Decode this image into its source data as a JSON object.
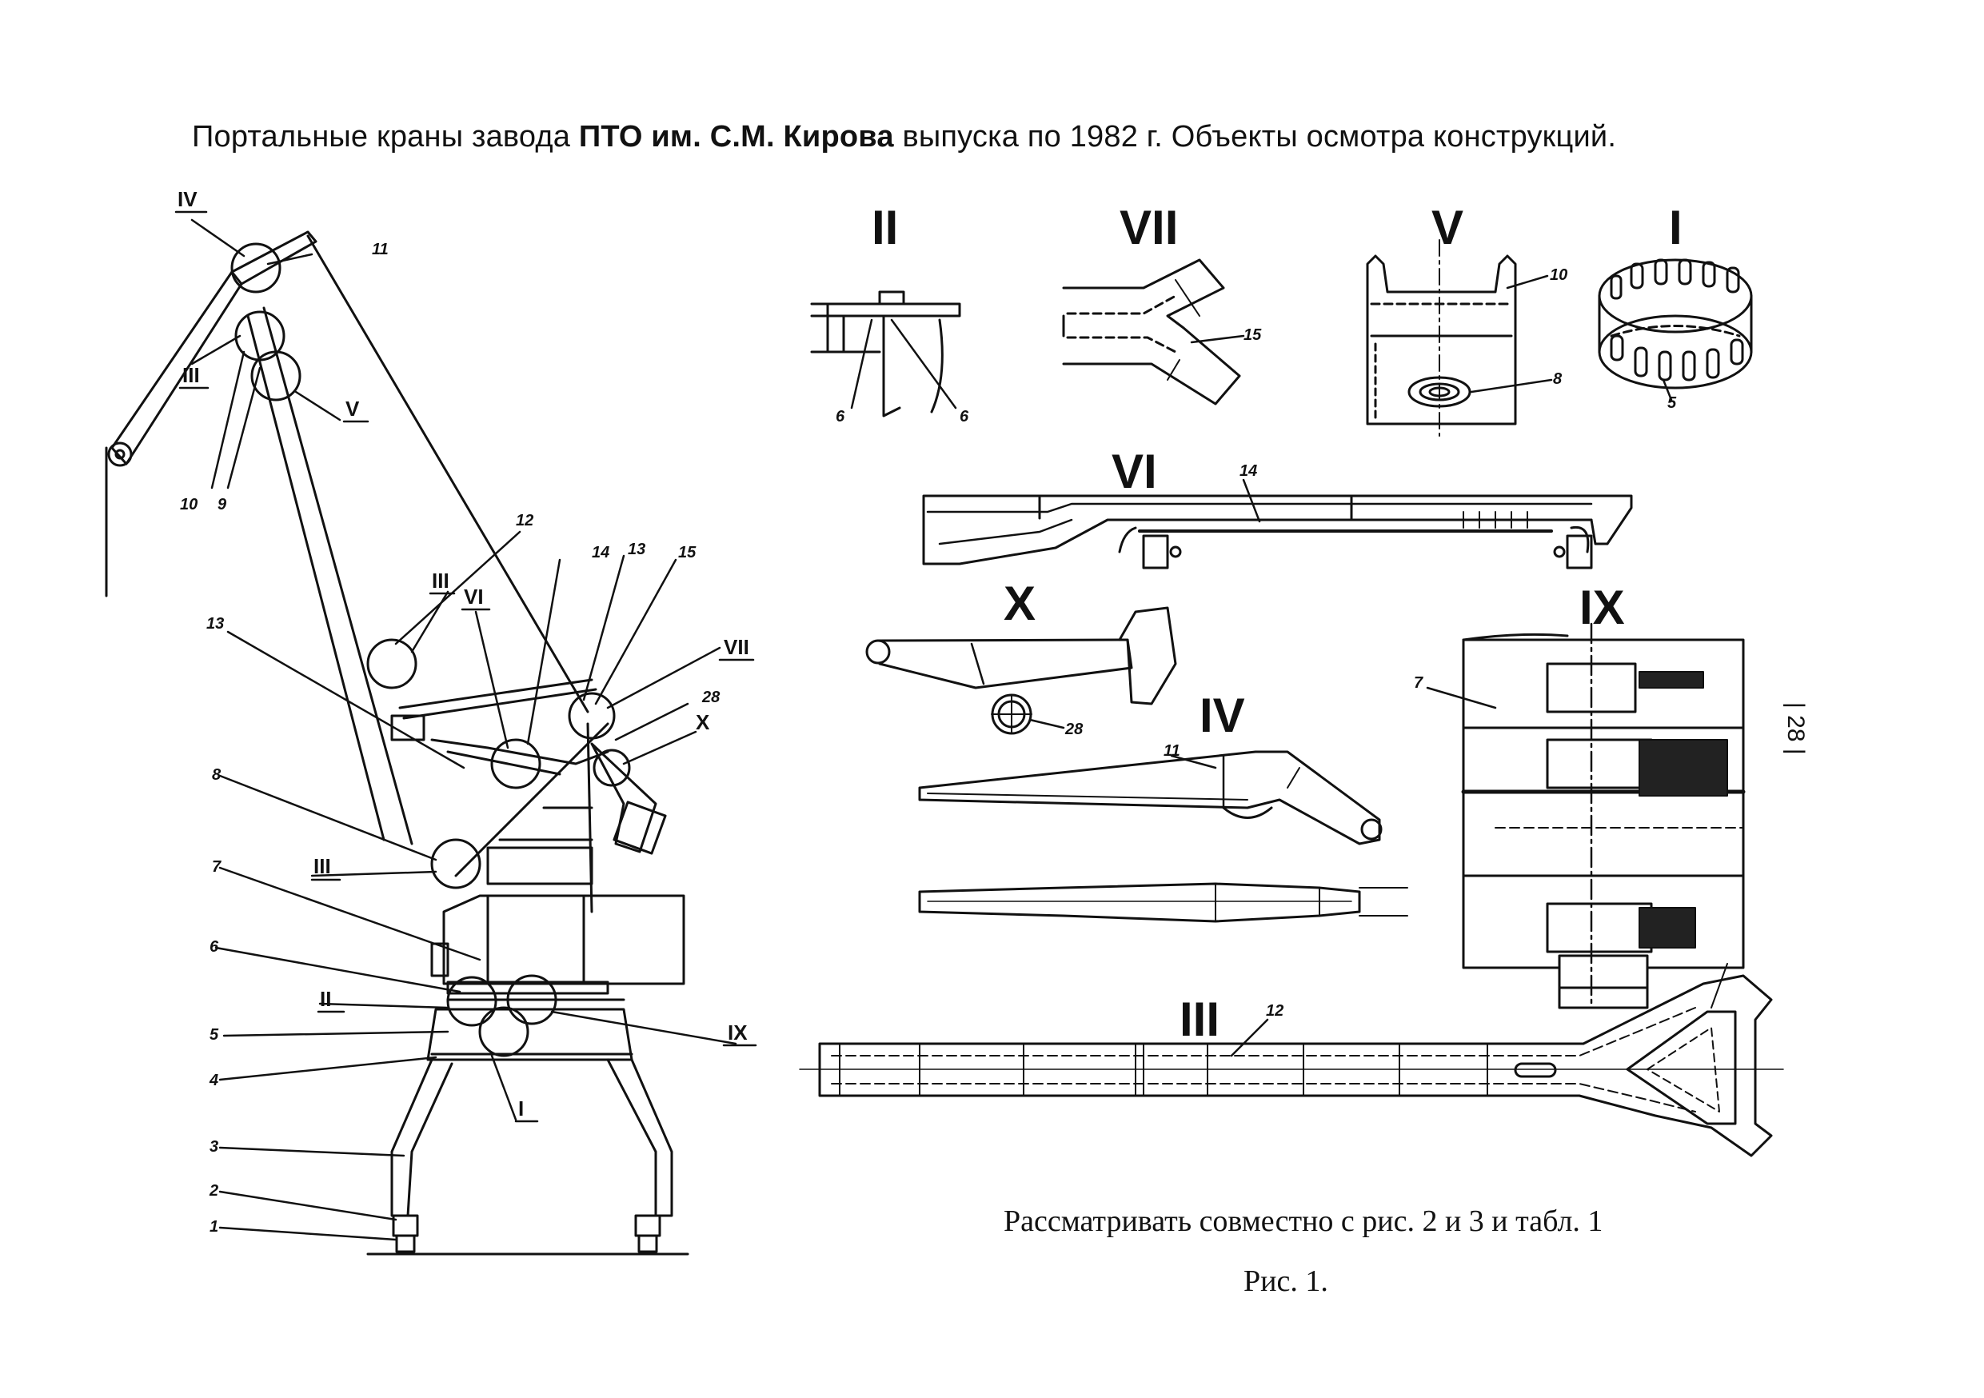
{
  "title": {
    "prefix": "Портальные краны завода ",
    "bold": "ПТО им. С.М. Кирова",
    "suffix": " выпуска по 1982 г. Объекты осмотра конструкций."
  },
  "caption": "Рассматривать совместно с рис. 2 и 3 и табл. 1",
  "figure_number": "Рис. 1.",
  "page_number": "| 28 |",
  "crane_labels": {
    "l1": "1",
    "l2": "2",
    "l3": "3",
    "l4": "4",
    "l5": "5",
    "l6": "6",
    "l7": "7",
    "l8": "8",
    "l9": "9",
    "l10": "10",
    "l11": "11",
    "l12": "12",
    "l13a": "13",
    "l13b": "13",
    "l14": "14",
    "l15": "15",
    "l28": "28"
  },
  "crane_roman": {
    "IV": "IV",
    "III_top": "III",
    "V": "V",
    "III_mid": "III",
    "VI": "VI",
    "VII": "VII",
    "X": "X",
    "III_low": "III",
    "II": "II",
    "IX": "IX",
    "I": "I"
  },
  "detail_titles": {
    "II": "II",
    "VII": "VII",
    "V": "V",
    "I": "I",
    "VI": "VI",
    "X": "X",
    "IV": "IV",
    "IX": "IX",
    "III": "III"
  },
  "detail_labels": {
    "II_a": "6",
    "II_b": "6",
    "VII_a": "15",
    "V_a": "10",
    "V_b": "8",
    "I_a": "5",
    "VI_a": "14",
    "X_a": "28",
    "IV_a": "11",
    "IX_a": "7",
    "III_a": "12"
  }
}
